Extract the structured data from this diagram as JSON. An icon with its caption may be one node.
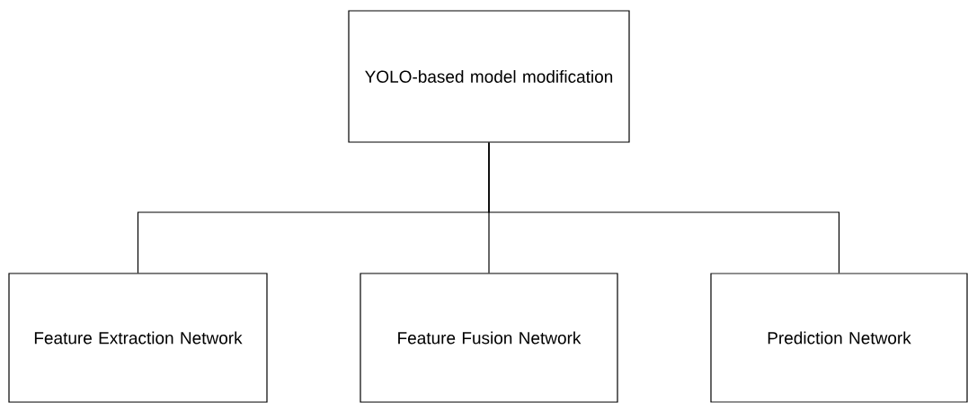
{
  "diagram": {
    "nodes": [
      {
        "text": [
          "YOLO-based model modification"
        ]
      },
      {
        "text": [
          "Feature Extraction Network"
        ]
      },
      {
        "text": [
          "Feature Fusion Network"
        ]
      },
      {
        "text": [
          "Prediction Network"
        ]
      }
    ],
    "edges": [
      {
        "from": 0,
        "to": 1,
        "arrow": "none"
      },
      {
        "from": 0,
        "to": 2,
        "arrow": "none"
      },
      {
        "from": 0,
        "to": 3,
        "arrow": "none"
      }
    ]
  }
}
